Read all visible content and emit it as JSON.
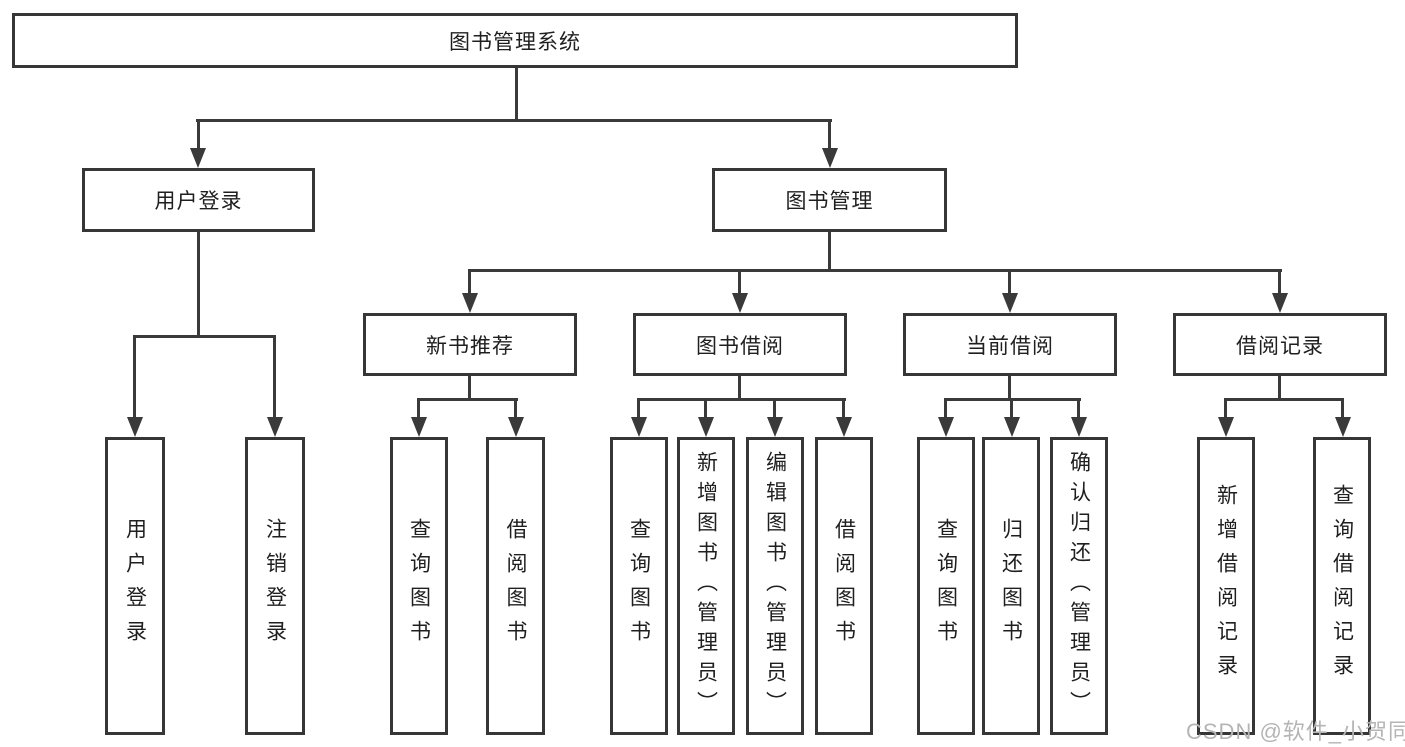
{
  "diagram_type": "org-function-tree",
  "tree": {
    "label": "图书管理系统",
    "children": [
      {
        "label": "用户登录",
        "children": [
          {
            "label": "用户登录"
          },
          {
            "label": "注销登录"
          }
        ]
      },
      {
        "label": "图书管理",
        "children": [
          {
            "label": "新书推荐",
            "children": [
              {
                "label": "查询图书"
              },
              {
                "label": "借阅图书"
              }
            ]
          },
          {
            "label": "图书借阅",
            "children": [
              {
                "label": "查询图书"
              },
              {
                "label": "新增图书（管理员）"
              },
              {
                "label": "编辑图书（管理员）"
              },
              {
                "label": "借阅图书"
              }
            ]
          },
          {
            "label": "当前借阅",
            "children": [
              {
                "label": "查询图书"
              },
              {
                "label": "归还图书"
              },
              {
                "label": "确认归还（管理员）"
              }
            ]
          },
          {
            "label": "借阅记录",
            "children": [
              {
                "label": "新增借阅记录"
              },
              {
                "label": "查询借阅记录"
              }
            ]
          }
        ]
      }
    ]
  },
  "watermark": {
    "text": "CSDN @软件_小贺同学"
  },
  "colors": {
    "line": "#3a3a3a",
    "box_border": "#363636",
    "text": "#1f1f1f",
    "watermark": "#b5b5b5",
    "background": "#ffffff"
  }
}
